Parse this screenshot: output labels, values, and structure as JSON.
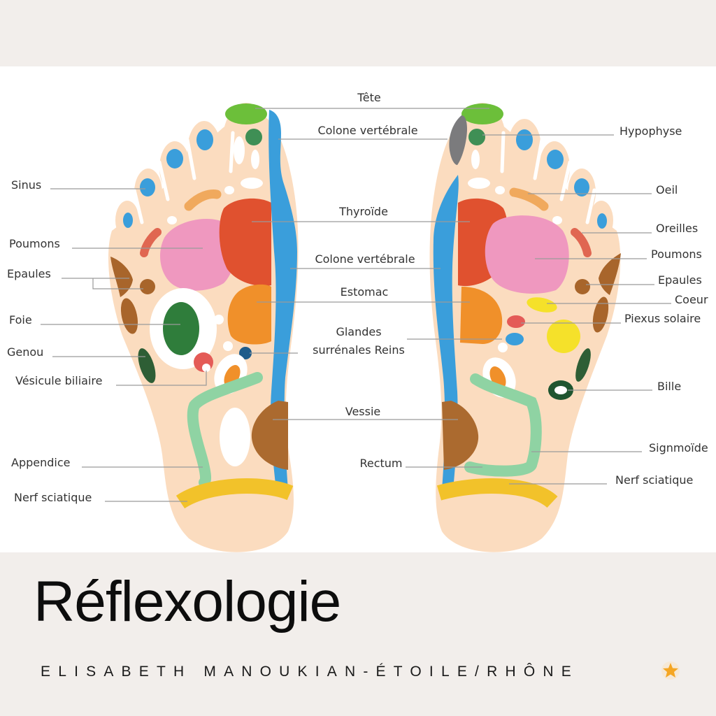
{
  "title": "Réflexologie",
  "subtitle": "ELISABETH MANOUKIAN-ÉTOILE/RHÔNE",
  "decoration": {
    "icon": "star-icon",
    "color": "#f5a623"
  },
  "colors": {
    "background": "#f2eeeb",
    "skin": "#fbdcbf",
    "spine": "#3a9edb",
    "head": "#6cbf3a",
    "pituitary": "#3f8f55",
    "sinus": "#3a9edb",
    "eye": "#f0a95d",
    "ear": "#e06651",
    "thyroid": "#e0512f",
    "lungs": "#ef98bf",
    "shoulder": "#a8652b",
    "stomach": "#f0902a",
    "liver": "#2f7d3b",
    "knee": "#2e5e35",
    "gallbladder": "#e45b57",
    "adrenal": "#1f5c8a",
    "bladder": "#ab6a2f",
    "intestine": "#8fd3a3",
    "sciatic": "#f2c22a",
    "heart": "#f5e12a",
    "gray": "#7b7b7d"
  },
  "left_labels": [
    {
      "text": "Sinus"
    },
    {
      "text": "Poumons"
    },
    {
      "text": "Epaules"
    },
    {
      "text": "Foie"
    },
    {
      "text": "Genou"
    },
    {
      "text": "Vésicule biliaire"
    },
    {
      "text": "Appendice"
    },
    {
      "text": "Nerf sciatique"
    }
  ],
  "center_labels": [
    {
      "text": "Tête"
    },
    {
      "text": "Colone vertébrale"
    },
    {
      "text": "Thyroïde"
    },
    {
      "text": "Colone vertébrale"
    },
    {
      "text": "Estomac"
    },
    {
      "text": "Glandes"
    },
    {
      "text": "surrénales Reins"
    },
    {
      "text": "Vessie"
    },
    {
      "text": "Rectum"
    }
  ],
  "right_labels": [
    {
      "text": "Hypophyse"
    },
    {
      "text": "Oeil"
    },
    {
      "text": "Oreilles"
    },
    {
      "text": "Poumons"
    },
    {
      "text": "Epaules"
    },
    {
      "text": "Coeur"
    },
    {
      "text": "Piexus solaire"
    },
    {
      "text": "Bille"
    },
    {
      "text": "Signmoïde"
    },
    {
      "text": "Nerf sciatique"
    }
  ]
}
